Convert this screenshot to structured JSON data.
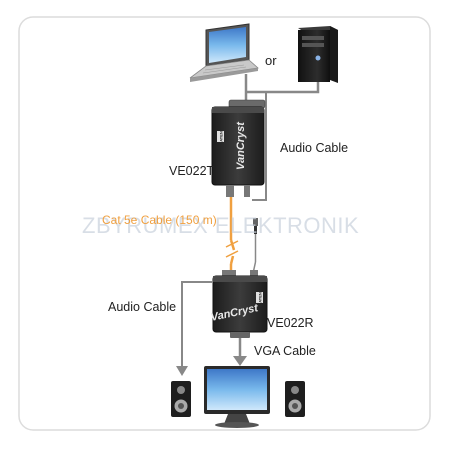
{
  "labels": {
    "or": "or",
    "audio_cable_top": "Audio Cable",
    "transmitter": "VE022T",
    "cat5e": "Cat 5e Cable (150 m)",
    "watermark": "ZBYRUMEX ELEKTRONIK",
    "audio_cable_left": "Audio Cable",
    "receiver": "VE022R",
    "vga_cable": "VGA Cable"
  },
  "device_branding": {
    "transmitter_logo": "VanCryst",
    "receiver_logo": "VanCryst",
    "brand_badge": "ATEN"
  },
  "colors": {
    "cat5e_cable": "#f0a040",
    "cable_gray": "#7a7a7a",
    "device_body": "#2b2b2b",
    "watermark": "#c8d0dc"
  }
}
